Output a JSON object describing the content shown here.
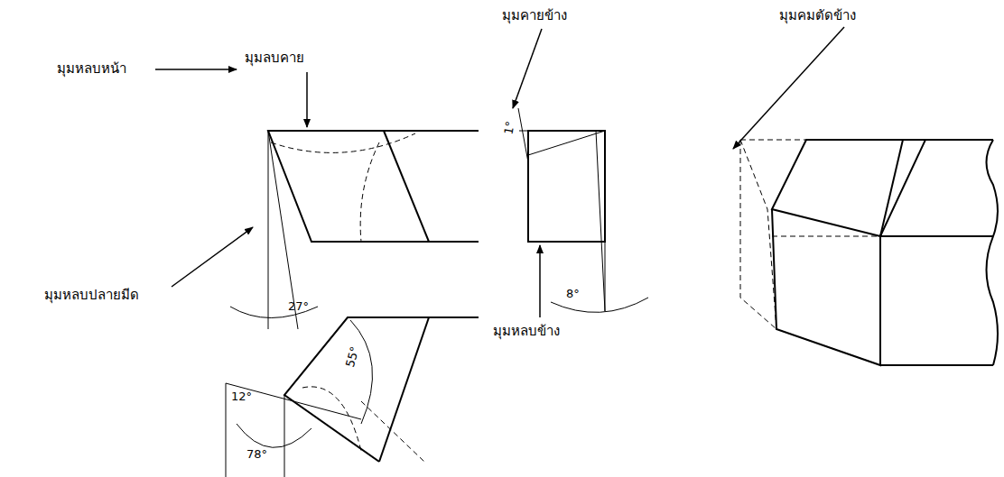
{
  "diagram": {
    "labels": [
      "มุมคายข้าง",
      "มุมคมตัดข้าง",
      "มุมลบคาย",
      "มุมหลบหน้า",
      "มุมหลบปลายมีด",
      "มุมหลบข้าง",
      "27°",
      "8°",
      "1°",
      "12°",
      "55°",
      "78°"
    ]
  }
}
